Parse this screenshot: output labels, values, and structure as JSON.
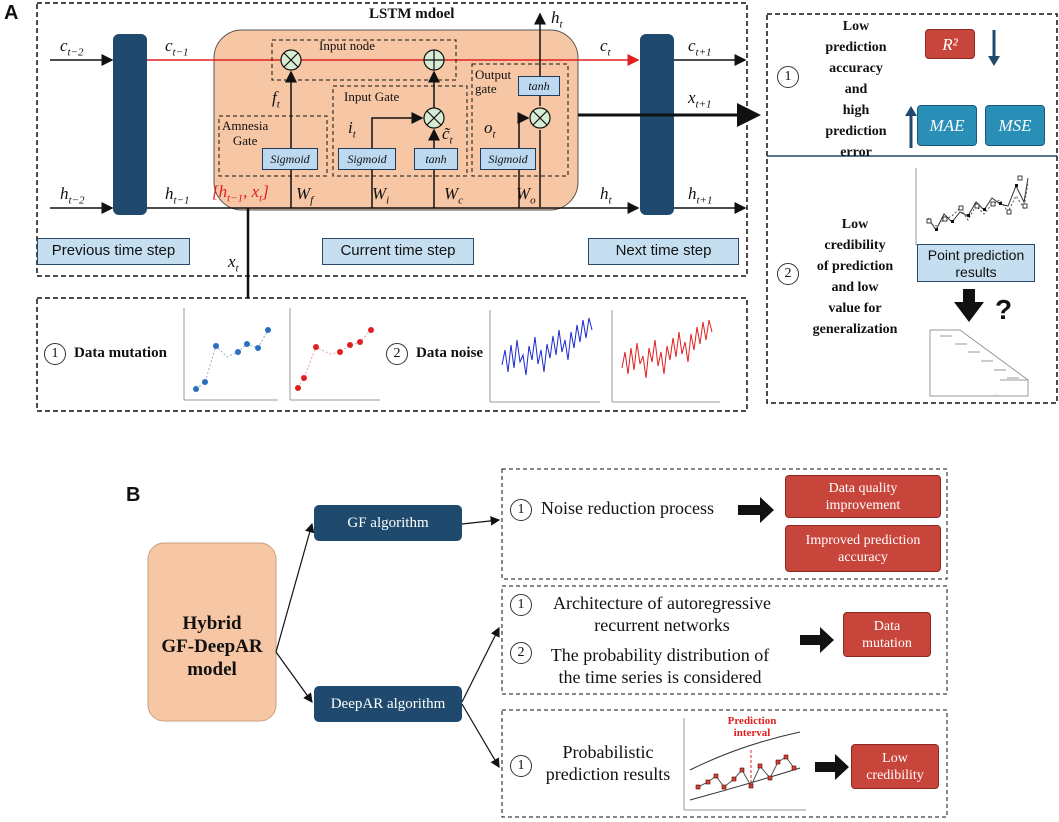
{
  "panel_a": {
    "letter": "A",
    "lstm_title": "LSTM mdoel",
    "input_node": "Input node",
    "input_gate": "Input Gate",
    "output_gate_l1": "Output",
    "output_gate_l2": "gate",
    "amnesia_l1": "Amnesia",
    "amnesia_l2": "Gate",
    "sigmoid": "Sigmoid",
    "tanh": "tanh",
    "prev_step": "Previous time step",
    "curr_step": "Current time step",
    "next_step": "Next time step",
    "data_mutation": "Data mutation",
    "data_noise": "Data noise",
    "num1": "1",
    "num2": "2",
    "right_top": [
      "Low",
      "prediction",
      "accuracy",
      "and",
      "high",
      "prediction",
      "error"
    ],
    "r2": "R²",
    "mae": "MAE",
    "mse": "MSE",
    "right_bottom": [
      "Low",
      "credibility",
      "of prediction",
      "and low",
      "value for",
      "generalization"
    ],
    "point_pred_l1": "Point prediction",
    "point_pred_l2": "results",
    "question": "?"
  },
  "panel_b": {
    "letter": "B",
    "hybrid": [
      "Hybrid",
      "GF-DeepAR",
      "model"
    ],
    "gf_algo": "GF algorithm",
    "deepar_algo": "DeepAR algorithm",
    "noise_reduction": "Noise reduction process",
    "data_quality": [
      "Data quality",
      "improvement"
    ],
    "improved_accuracy": [
      "Improved prediction",
      "accuracy"
    ],
    "architecture": [
      "Architecture of autoregressive",
      "recurrent networks"
    ],
    "probability": [
      "The probability distribution of",
      "the time series is considered"
    ],
    "data_mutation": [
      "Data",
      "mutation"
    ],
    "probabilistic": [
      "Probabilistic",
      "prediction results"
    ],
    "prediction_interval": [
      "Prediction",
      "interval"
    ],
    "low_credibility": [
      "Low",
      "credibility"
    ],
    "num1": "1",
    "num2": "2"
  },
  "colors": {
    "navy": "#1f4a6d",
    "salmon": "#f7c6a5",
    "red": "#c8453b",
    "teal": "#2a8fb6",
    "lightblue": "#c6dff0"
  }
}
